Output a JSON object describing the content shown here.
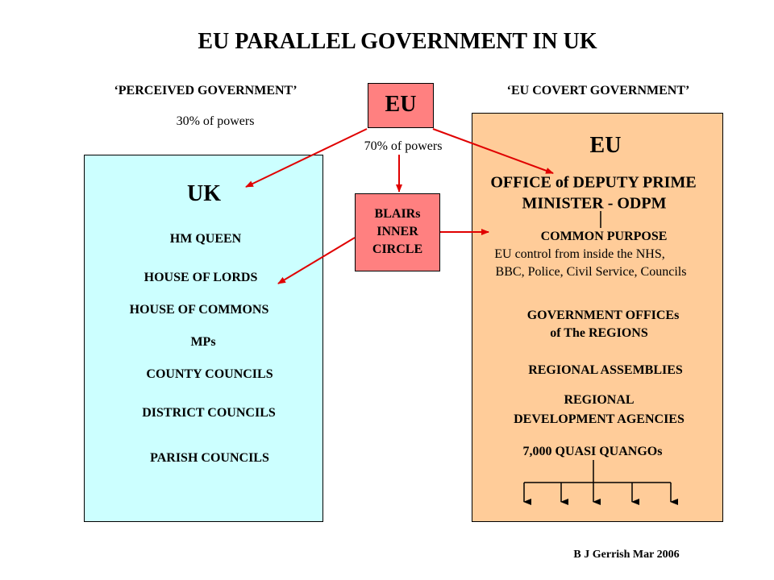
{
  "title": "EU PARALLEL GOVERNMENT IN UK",
  "left_heading": "‘PERCEIVED  GOVERNMENT’",
  "left_powers": "30% of powers",
  "right_heading": "‘EU COVERT GOVERNMENT’",
  "eu_box": {
    "label": "EU",
    "powers": "70% of powers"
  },
  "blair_box": {
    "lines": [
      "BLAIRs",
      "INNER",
      "CIRCLE"
    ]
  },
  "uk_box": {
    "title": "UK",
    "items": [
      "HM QUEEN",
      "HOUSE OF LORDS",
      "HOUSE OF COMMONS",
      "MPs",
      "COUNTY COUNCILS",
      "DISTRICT COUNCILS",
      "PARISH COUNCILS"
    ]
  },
  "eu_covert_box": {
    "title": "EU",
    "odpm": [
      "OFFICE of DEPUTY PRIME",
      "MINISTER - ODPM"
    ],
    "common_purpose": "COMMON PURPOSE",
    "common_purpose_desc": [
      "EU control from inside the NHS,",
      "BBC, Police, Civil Service, Councils"
    ],
    "gov_offices": [
      "GOVERNMENT OFFICEs",
      "of The REGIONS"
    ],
    "assemblies": "REGIONAL ASSEMBLIES",
    "rda": [
      "REGIONAL",
      "DEVELOPMENT AGENCIES"
    ],
    "quangos": "7,000 QUASI QUANGOs"
  },
  "credit": "B J Gerrish Mar 2006",
  "colors": {
    "uk_box": "#ccffff",
    "eu_box": "#ffcc99",
    "red_box": "#ff8080",
    "arrow": "#e00000"
  }
}
